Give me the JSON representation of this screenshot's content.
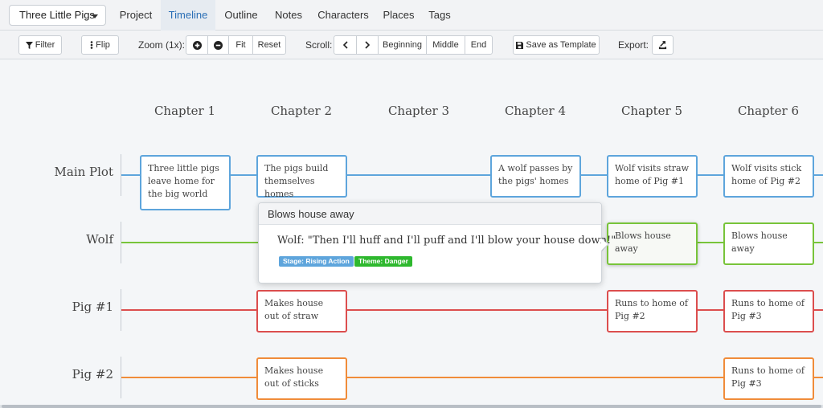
{
  "nav": {
    "project_selector": "Three Little Pigs",
    "tabs": [
      {
        "label": "Project"
      },
      {
        "label": "Timeline",
        "active": true
      },
      {
        "label": "Outline"
      },
      {
        "label": "Notes"
      },
      {
        "label": "Characters"
      },
      {
        "label": "Places"
      },
      {
        "label": "Tags"
      }
    ]
  },
  "toolbar": {
    "filter_label": "Filter",
    "flip_label": "Flip",
    "zoom_label": "Zoom (1x):",
    "zoom_in_icon": "plus-circle-icon",
    "zoom_out_icon": "minus-circle-icon",
    "fit_label": "Fit",
    "reset_label": "Reset",
    "scroll_label": "Scroll:",
    "scroll_left_icon": "chevron-left-icon",
    "scroll_right_icon": "chevron-right-icon",
    "beginning_label": "Beginning",
    "middle_label": "Middle",
    "end_label": "End",
    "save_template_label": "Save as Template",
    "export_label": "Export:",
    "export_icon": "export-icon"
  },
  "timeline": {
    "chapters": [
      "Chapter 1",
      "Chapter 2",
      "Chapter 3",
      "Chapter 4",
      "Chapter 5",
      "Chapter 6"
    ],
    "rows": [
      {
        "label": "Main Plot",
        "color": "#5ea5dc"
      },
      {
        "label": "Wolf",
        "color": "#78c43a"
      },
      {
        "label": "Pig #1",
        "color": "#dc4e4e"
      },
      {
        "label": "Pig #2",
        "color": "#f08c3a"
      }
    ],
    "cards": {
      "main_ch1": "Three little pigs leave home for the big world",
      "main_ch2": "The pigs build themselves homes",
      "main_ch4": "A wolf passes by the pigs' homes",
      "main_ch5": "Wolf visits straw home of Pig #1",
      "main_ch6": "Wolf visits stick home of Pig #2",
      "wolf_ch5": "Blows house away",
      "wolf_ch6": "Blows house away",
      "pig1_ch2": "Makes house out of straw",
      "pig1_ch5": "Runs to home of Pig #2",
      "pig1_ch6": "Runs to home of Pig #3",
      "pig2_ch2": "Makes house out of sticks",
      "pig2_ch6": "Runs to home of Pig #3"
    }
  },
  "popover": {
    "title": "Blows house away",
    "body": "Wolf: \"Then I'll huff and I'll puff and I'll blow your house down!\"",
    "tags": [
      {
        "label": "Stage: Rising Action",
        "color": "#5ea5dc"
      },
      {
        "label": "Theme: Danger",
        "color": "#2eb82e"
      }
    ]
  },
  "colors": {
    "accent": "#2b6fb6",
    "main_plot": "#5ea5dc",
    "wolf": "#78c43a",
    "pig1": "#dc4e4e",
    "pig2": "#f08c3a"
  }
}
